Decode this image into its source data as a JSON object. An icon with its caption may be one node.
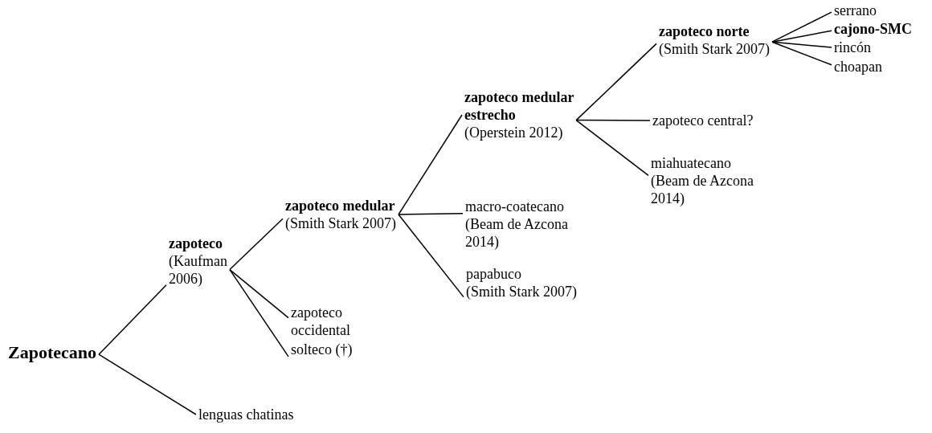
{
  "diagram": {
    "nodes": [
      {
        "text": [
          "Zapotecano"
        ]
      },
      {
        "text": [
          "zapoteco",
          "(Kaufman 2006)"
        ]
      },
      {
        "text": [
          "lenguas chatinas"
        ]
      },
      {
        "text": [
          "zapoteco medular",
          "(Smith Stark 2007)"
        ]
      },
      {
        "text": [
          "zapoteco occidental"
        ]
      },
      {
        "text": [
          "solteco (†)"
        ]
      },
      {
        "text": [
          "zapoteco medular estrecho",
          "(Operstein 2012)"
        ]
      },
      {
        "text": [
          "macro-coatecano (Beam de Azcona 2014)"
        ]
      },
      {
        "text": [
          "papabuco",
          "(Smith Stark 2007)"
        ]
      },
      {
        "text": [
          "zapoteco norte",
          "(Smith Stark 2007)"
        ]
      },
      {
        "text": [
          "zapoteco central?"
        ]
      },
      {
        "text": [
          "miahuatecano (Beam de Azcona 2014)"
        ]
      },
      {
        "text": [
          "serrano"
        ]
      },
      {
        "text": [
          "cajono-SMC"
        ]
      },
      {
        "text": [
          "rincón"
        ]
      },
      {
        "text": [
          "choapan"
        ]
      }
    ],
    "edges": [
      {
        "from": 0,
        "to": 1,
        "arrow": "none"
      },
      {
        "from": 0,
        "to": 2,
        "arrow": "none"
      },
      {
        "from": 1,
        "to": 3,
        "arrow": "none"
      },
      {
        "from": 1,
        "to": 4,
        "arrow": "none"
      },
      {
        "from": 1,
        "to": 5,
        "arrow": "none"
      },
      {
        "from": 3,
        "to": 6,
        "arrow": "none"
      },
      {
        "from": 3,
        "to": 7,
        "arrow": "none"
      },
      {
        "from": 3,
        "to": 8,
        "arrow": "none"
      },
      {
        "from": 6,
        "to": 9,
        "arrow": "none"
      },
      {
        "from": 6,
        "to": 10,
        "arrow": "none"
      },
      {
        "from": 6,
        "to": 11,
        "arrow": "none"
      },
      {
        "from": 9,
        "to": 12,
        "arrow": "none"
      },
      {
        "from": 9,
        "to": 13,
        "arrow": "none"
      },
      {
        "from": 9,
        "to": 14,
        "arrow": "none"
      },
      {
        "from": 9,
        "to": 15,
        "arrow": "none"
      }
    ]
  }
}
